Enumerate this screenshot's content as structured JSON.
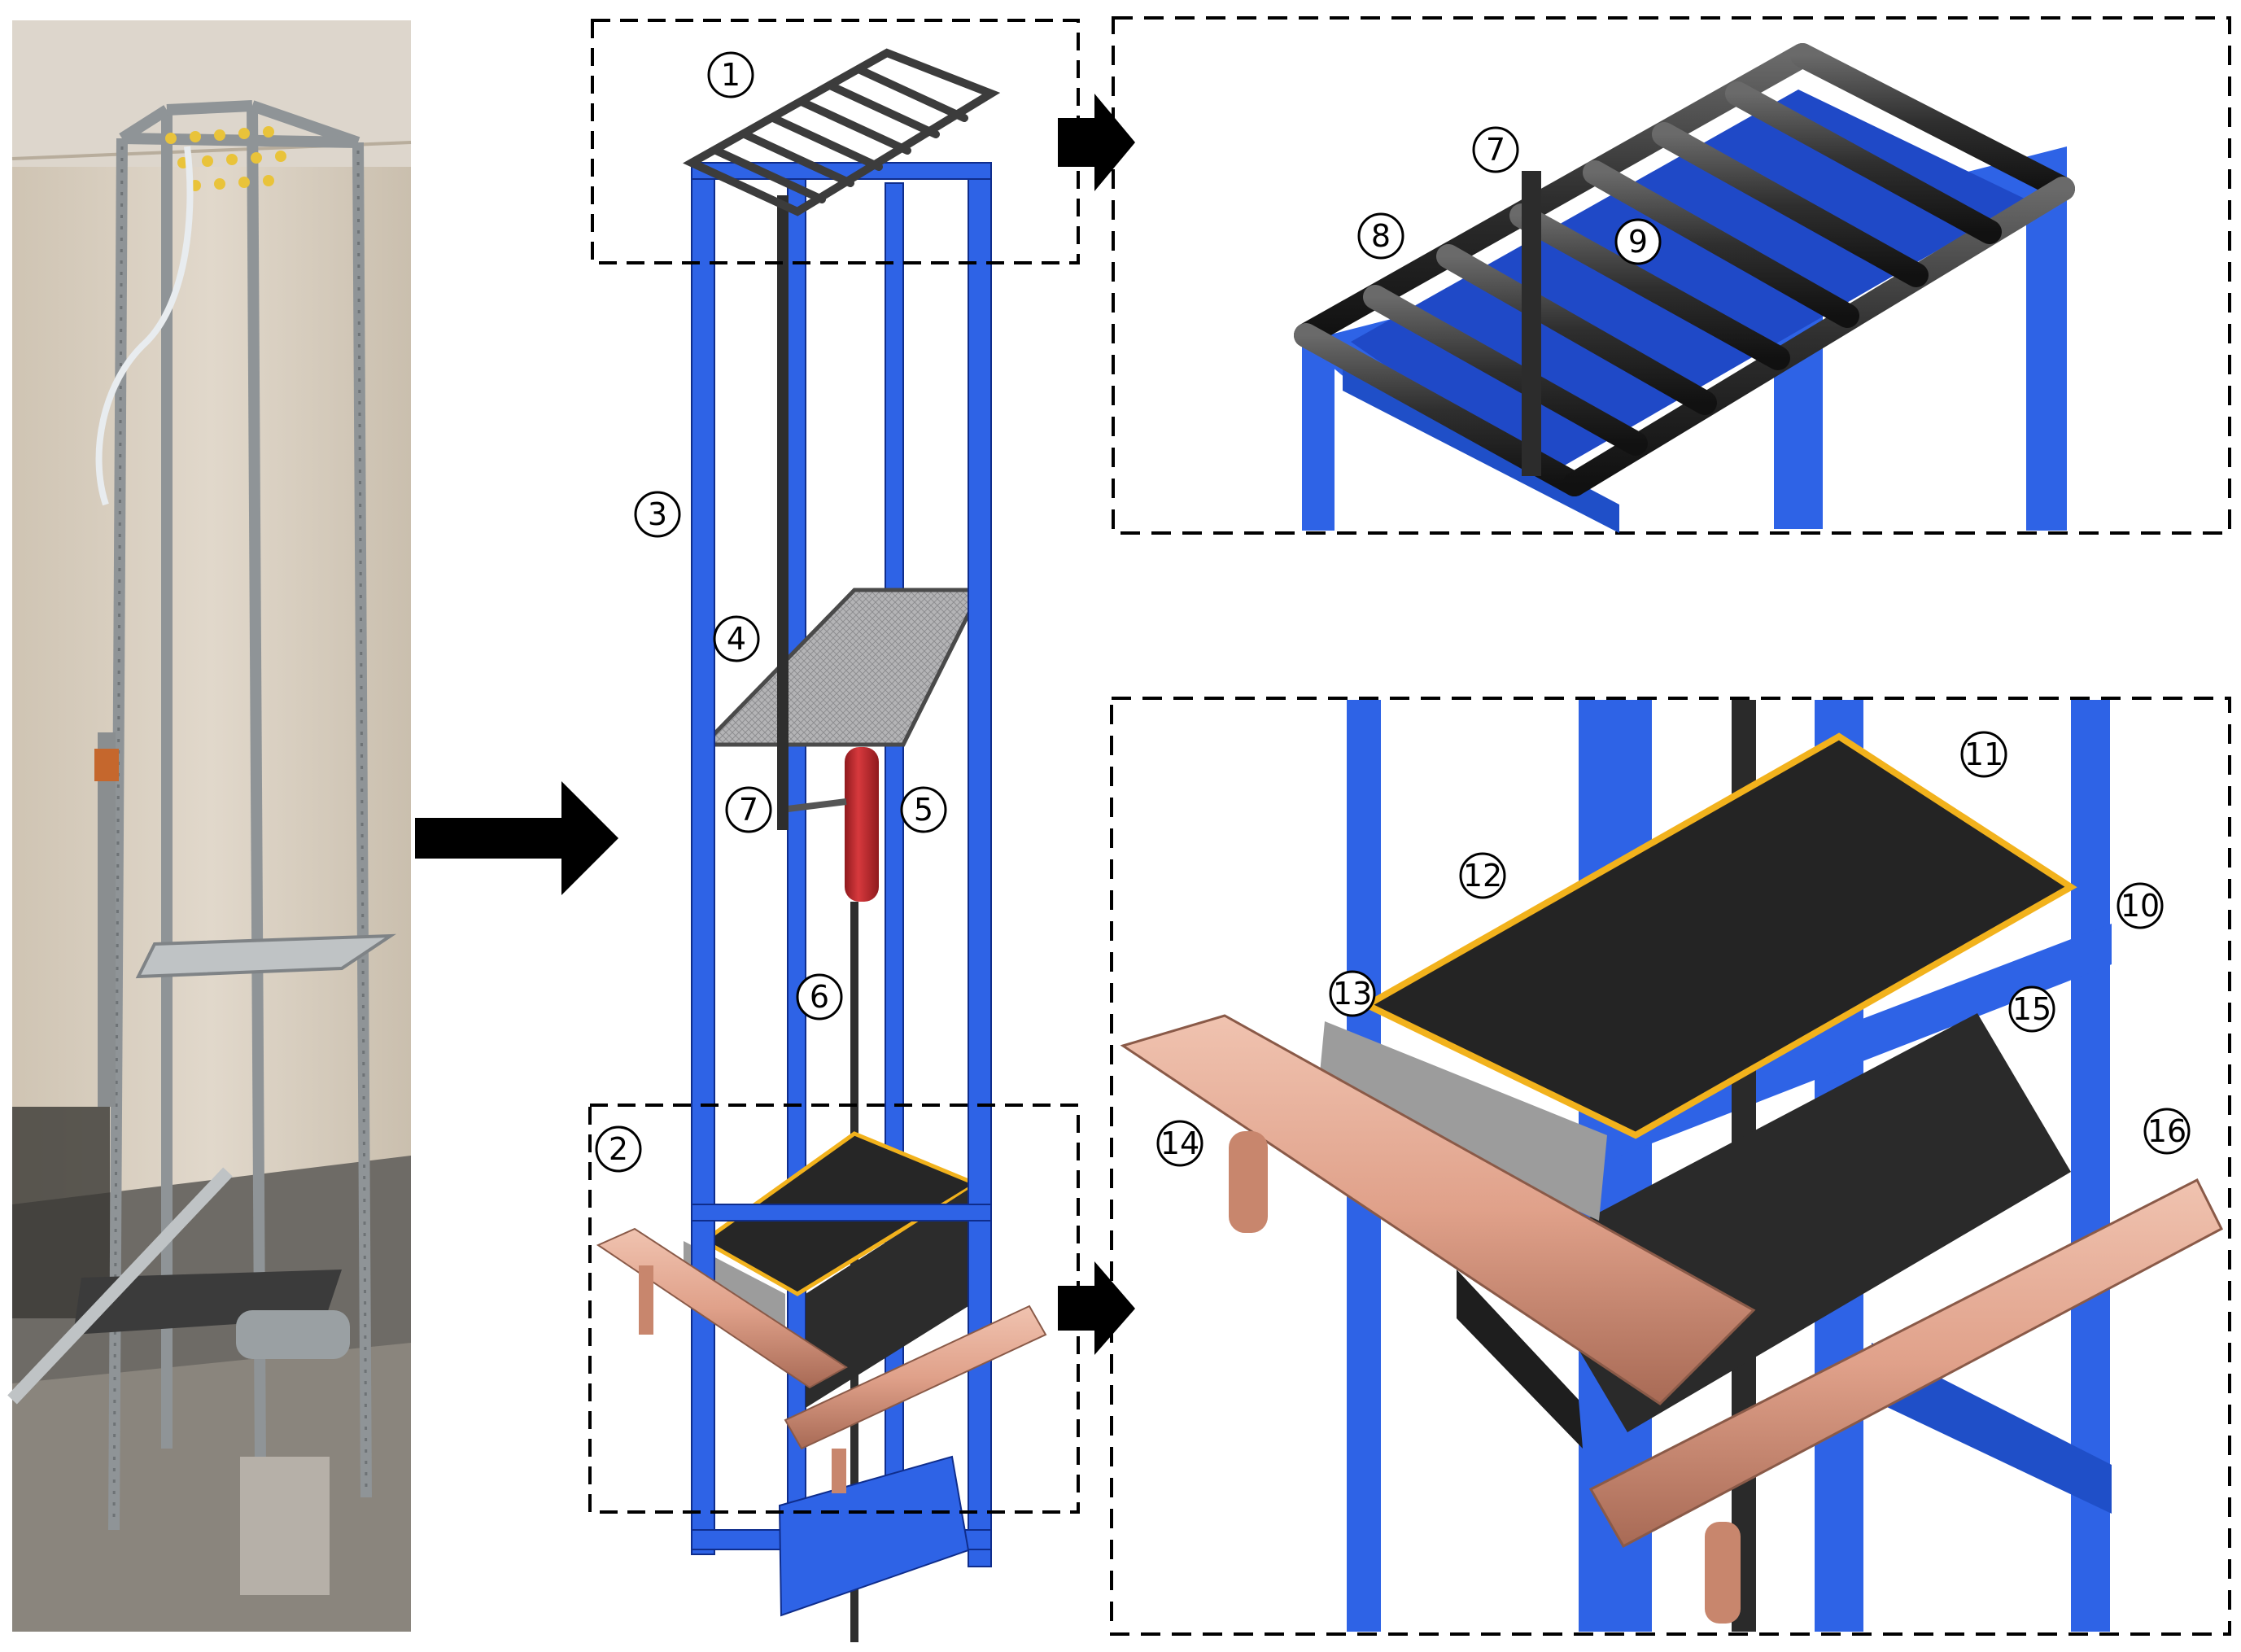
{
  "colors": {
    "frame_blue": "#2e63e6",
    "frame_blue_dark": "#1a3fb0",
    "pipe_dark": "#3c3c3c",
    "tank_red": "#c0262b",
    "gutter_copper": "#e0a18a",
    "plate_black": "#262626",
    "edge_yellow": "#f2b21c",
    "mesh_gray": "#a9a9ab",
    "baffle_gray": "#9c9c9c",
    "photo_wall": "#d6ccbd",
    "dashed_box": "#000000",
    "arrow": "#000000"
  },
  "photo": {
    "description_icon": "photo-of-experimental-rig"
  },
  "callouts": {
    "overview": [
      "1",
      "2",
      "3",
      "4",
      "5",
      "6",
      "7"
    ],
    "top_detail": [
      "7",
      "8",
      "9"
    ],
    "bottom_detail": [
      "10",
      "11",
      "12",
      "13",
      "14",
      "15",
      "16"
    ]
  }
}
